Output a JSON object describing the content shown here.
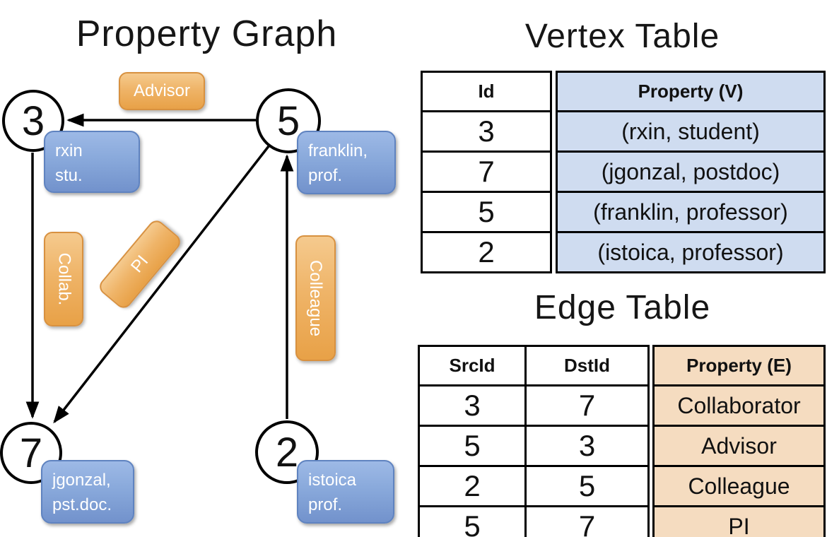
{
  "graph": {
    "title": "Property Graph",
    "nodes": [
      {
        "id": "3",
        "line1": "rxin",
        "line2": "stu."
      },
      {
        "id": "5",
        "line1": "franklin,",
        "line2": "prof."
      },
      {
        "id": "7",
        "line1": "jgonzal,",
        "line2": "pst.doc."
      },
      {
        "id": "2",
        "line1": "istoica",
        "line2": "prof."
      }
    ],
    "edge_labels": {
      "advisor": "Advisor",
      "collab": "Collab.",
      "pi": "PI",
      "colleague": "Colleague"
    }
  },
  "vertex_table": {
    "title": "Vertex Table",
    "id_header": "Id",
    "property_header": "Property (V)",
    "rows": [
      {
        "id": "3",
        "property": "(rxin, student)"
      },
      {
        "id": "7",
        "property": "(jgonzal, postdoc)"
      },
      {
        "id": "5",
        "property": "(franklin, professor)"
      },
      {
        "id": "2",
        "property": "(istoica, professor)"
      }
    ]
  },
  "edge_table": {
    "title": "Edge Table",
    "src_header": "SrcId",
    "dst_header": "DstId",
    "property_header": "Property (E)",
    "rows": [
      {
        "src": "3",
        "dst": "7",
        "property": "Collaborator"
      },
      {
        "src": "5",
        "dst": "3",
        "property": "Advisor"
      },
      {
        "src": "2",
        "dst": "5",
        "property": "Colleague"
      },
      {
        "src": "5",
        "dst": "7",
        "property": "PI"
      }
    ]
  },
  "colors": {
    "edge_label_fill": "#edb066",
    "edge_label_border": "#d89140",
    "vertex_label_fill": "#89a9db",
    "vertex_label_border": "#5f83c0",
    "vertex_table_cell": "#cfdcf0",
    "edge_table_cell": "#f5dcc0",
    "line": "#000000"
  }
}
